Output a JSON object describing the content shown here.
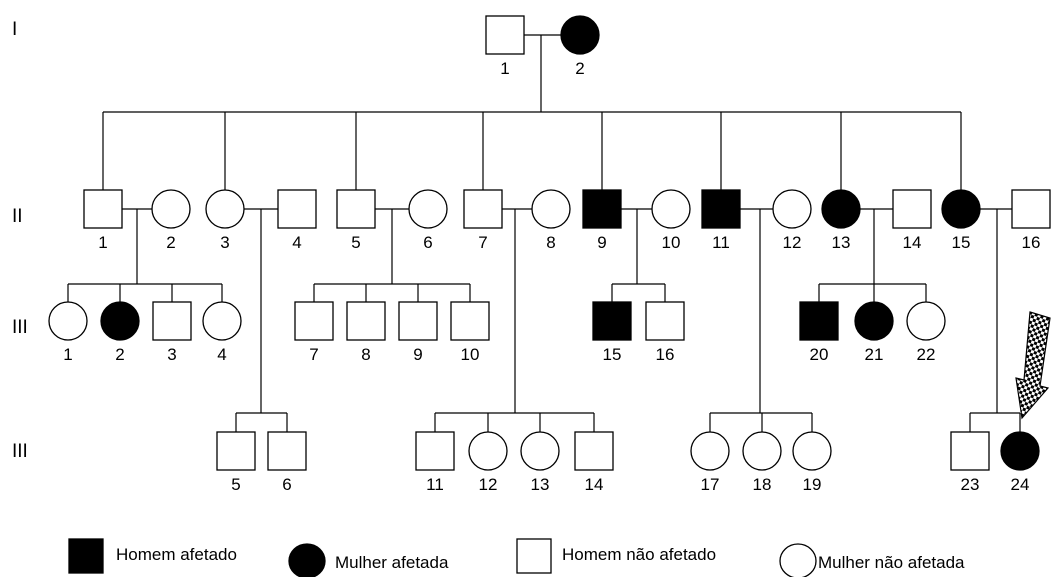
{
  "generations": [
    "I",
    "II",
    "III",
    "III"
  ],
  "individuals": [
    {
      "id": "I-1",
      "number": "1",
      "sex": "male",
      "affected": false
    },
    {
      "id": "I-2",
      "number": "2",
      "sex": "female",
      "affected": true
    },
    {
      "id": "II-1",
      "number": "1",
      "sex": "male",
      "affected": false
    },
    {
      "id": "II-2",
      "number": "2",
      "sex": "female",
      "affected": false
    },
    {
      "id": "II-3",
      "number": "3",
      "sex": "female",
      "affected": false
    },
    {
      "id": "II-4",
      "number": "4",
      "sex": "male",
      "affected": false
    },
    {
      "id": "II-5",
      "number": "5",
      "sex": "male",
      "affected": false
    },
    {
      "id": "II-6",
      "number": "6",
      "sex": "female",
      "affected": false
    },
    {
      "id": "II-7",
      "number": "7",
      "sex": "male",
      "affected": false
    },
    {
      "id": "II-8",
      "number": "8",
      "sex": "female",
      "affected": false
    },
    {
      "id": "II-9",
      "number": "9",
      "sex": "male",
      "affected": true
    },
    {
      "id": "II-10",
      "number": "10",
      "sex": "female",
      "affected": false
    },
    {
      "id": "II-11",
      "number": "11",
      "sex": "male",
      "affected": true
    },
    {
      "id": "II-12",
      "number": "12",
      "sex": "female",
      "affected": false
    },
    {
      "id": "II-13",
      "number": "13",
      "sex": "female",
      "affected": true
    },
    {
      "id": "II-14",
      "number": "14",
      "sex": "male",
      "affected": false
    },
    {
      "id": "II-15",
      "number": "15",
      "sex": "female",
      "affected": true
    },
    {
      "id": "II-16",
      "number": "16",
      "sex": "male",
      "affected": false
    },
    {
      "id": "III-1",
      "number": "1",
      "sex": "female",
      "affected": false
    },
    {
      "id": "III-2",
      "number": "2",
      "sex": "female",
      "affected": true
    },
    {
      "id": "III-3",
      "number": "3",
      "sex": "male",
      "affected": false
    },
    {
      "id": "III-4",
      "number": "4",
      "sex": "female",
      "affected": false
    },
    {
      "id": "III-7",
      "number": "7",
      "sex": "male",
      "affected": false
    },
    {
      "id": "III-8",
      "number": "8",
      "sex": "male",
      "affected": false
    },
    {
      "id": "III-9",
      "number": "9",
      "sex": "male",
      "affected": false
    },
    {
      "id": "III-10",
      "number": "10",
      "sex": "male",
      "affected": false
    },
    {
      "id": "III-15",
      "number": "15",
      "sex": "male",
      "affected": true
    },
    {
      "id": "III-16",
      "number": "16",
      "sex": "male",
      "affected": false
    },
    {
      "id": "III-20",
      "number": "20",
      "sex": "male",
      "affected": true
    },
    {
      "id": "III-21",
      "number": "21",
      "sex": "female",
      "affected": true
    },
    {
      "id": "III-22",
      "number": "22",
      "sex": "female",
      "affected": false
    },
    {
      "id": "III-5",
      "number": "5",
      "sex": "male",
      "affected": false
    },
    {
      "id": "III-6",
      "number": "6",
      "sex": "male",
      "affected": false
    },
    {
      "id": "III-11",
      "number": "11",
      "sex": "male",
      "affected": false
    },
    {
      "id": "III-12",
      "number": "12",
      "sex": "female",
      "affected": false
    },
    {
      "id": "III-13",
      "number": "13",
      "sex": "female",
      "affected": false
    },
    {
      "id": "III-14",
      "number": "14",
      "sex": "male",
      "affected": false
    },
    {
      "id": "III-17",
      "number": "17",
      "sex": "female",
      "affected": false
    },
    {
      "id": "III-18",
      "number": "18",
      "sex": "female",
      "affected": false
    },
    {
      "id": "III-19",
      "number": "19",
      "sex": "female",
      "affected": false
    },
    {
      "id": "III-23",
      "number": "23",
      "sex": "male",
      "affected": false
    },
    {
      "id": "III-24",
      "number": "24",
      "sex": "female",
      "affected": true,
      "proband": true
    }
  ],
  "legend": {
    "affected_male": "Homem afetado",
    "affected_female": "Mulher afetada",
    "unaffected_male": "Homem não afetado",
    "unaffected_female": "Mulher não afetada"
  },
  "colors": {
    "affected": "#000000",
    "unaffected": "#ffffff",
    "line": "#000000"
  }
}
